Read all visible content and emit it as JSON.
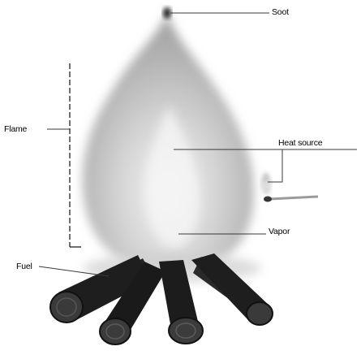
{
  "labels": {
    "soot": "Soot",
    "flame": "Flame",
    "heat_source": "Heat source",
    "vapor": "Vapor",
    "fuel": "Fuel"
  },
  "colors": {
    "flame_gray": "#b8b8b8",
    "log_dark": "#1e1e1e",
    "line": "#3a3a3a"
  }
}
